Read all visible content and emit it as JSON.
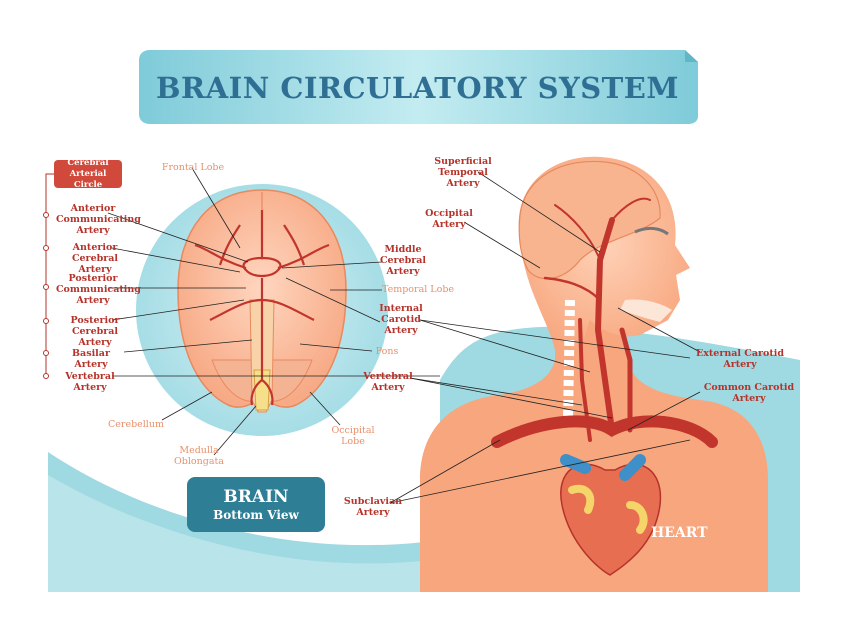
{
  "title": "BRAIN CIRCULATORY SYSTEM",
  "left_panel": {
    "group_heading": "Cerebral\nArterial Circle",
    "circle_labels": [
      "Anterior\nCommunicating\nArtery",
      "Anterior Cerebral\nArtery",
      "Posterior\nCommunicating\nArtery",
      "Posterior Cerebral\nArtery",
      "Basilar Artery",
      "Vertebral\nArtery"
    ],
    "frontal_lobe": "Frontal Lobe",
    "middle_cerebral": "Middle\nCerebral\nArtery",
    "temporal_lobe": "Temporal Lobe",
    "internal_carotid": "Internal\nCarotid\nArtery",
    "pons": "Pons",
    "vertebral_right": "Vertebral\nArtery",
    "cerebellum": "Cerebellum",
    "medulla": "Medulla\nOblongata",
    "occipital_lobe": "Occipital\nLobe",
    "view_box": {
      "line1": "BRAIN",
      "line2": "Bottom View"
    }
  },
  "right_panel": {
    "superficial_temporal": "Superficial Temporal\nArtery",
    "occipital_artery": "Occipital\nArtery",
    "external_carotid": "External Carotid\nArtery",
    "common_carotid": "Common Carotid\nArtery",
    "subclavian": "Subclavian\nArtery",
    "heart": "HEART"
  },
  "colors": {
    "title_bg": "#a9dde6",
    "title_text": "#2f6f93",
    "label_red": "#b5332a",
    "label_orange": "#e8906a",
    "panel_blue": "#8fd0da",
    "skin": "#f6a57c",
    "artery": "#c2352d",
    "vein": "#3f8fc8",
    "box_teal": "#2e7e96"
  }
}
